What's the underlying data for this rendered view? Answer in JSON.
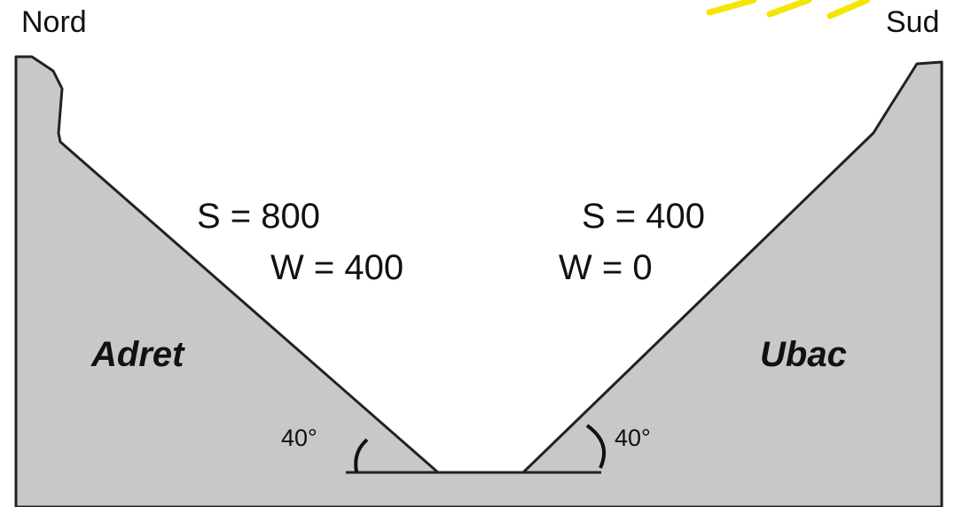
{
  "directions": {
    "north": "Nord",
    "south": "Sud"
  },
  "left_slope": {
    "name": "Adret",
    "S": "S = 800",
    "W": "W = 400",
    "angle": "40°"
  },
  "right_slope": {
    "name": "Ubac",
    "S": "S = 400",
    "W": "W = 0",
    "angle": "40°"
  },
  "colors": {
    "ground": "#c8c8c8",
    "outline": "#222222",
    "sun": "#f4e600"
  }
}
